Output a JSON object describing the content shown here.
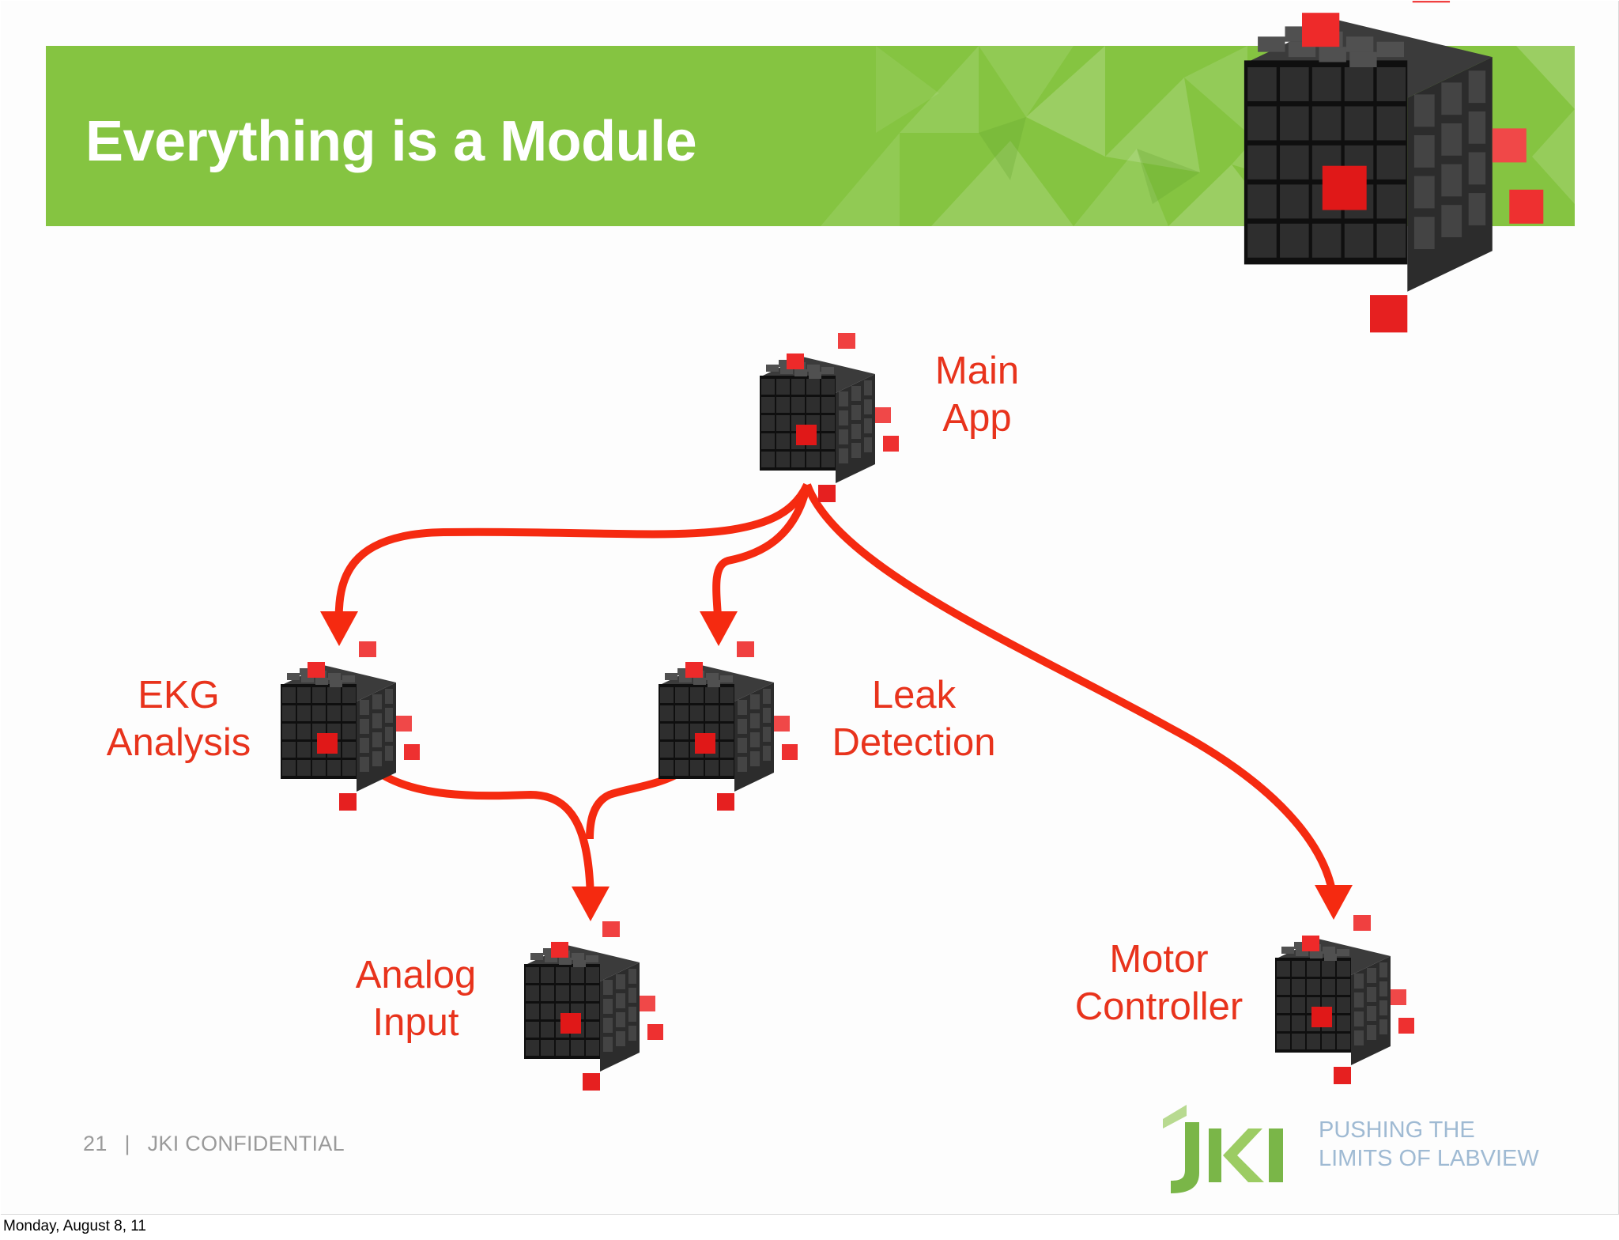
{
  "slide": {
    "title": "Everything is a Module",
    "page_number": "21",
    "footer_label": "JKI CONFIDENTIAL"
  },
  "nodes": [
    {
      "id": "main-app",
      "label": [
        "Main",
        "App"
      ]
    },
    {
      "id": "ekg-analysis",
      "label": [
        "EKG",
        "Analysis"
      ]
    },
    {
      "id": "leak-detection",
      "label": [
        "Leak",
        "Detection"
      ]
    },
    {
      "id": "analog-input",
      "label": [
        "Analog",
        "Input"
      ]
    },
    {
      "id": "motor-controller",
      "label": [
        "Motor",
        "Controller"
      ]
    }
  ],
  "edges": [
    {
      "from": "main-app",
      "to": "ekg-analysis"
    },
    {
      "from": "main-app",
      "to": "leak-detection"
    },
    {
      "from": "main-app",
      "to": "motor-controller"
    },
    {
      "from": "ekg-analysis",
      "to": "analog-input"
    },
    {
      "from": "leak-detection",
      "to": "analog-input"
    }
  ],
  "branding": {
    "logo_text": "JKI",
    "tagline": [
      "PUSHING THE",
      "LIMITS OF LABVIEW"
    ]
  },
  "date_stamp": "Monday, August 8, 11",
  "colors": {
    "banner_green": "#85c441",
    "arrow_red": "#f52a10",
    "label_red": "#e8331c",
    "cube_black": "#1c1c1c",
    "cube_red": "#ee2a2a",
    "logo_green": "#7ab648"
  },
  "icons": {
    "module": "cube-icon",
    "logo": "jki-logo-icon"
  }
}
